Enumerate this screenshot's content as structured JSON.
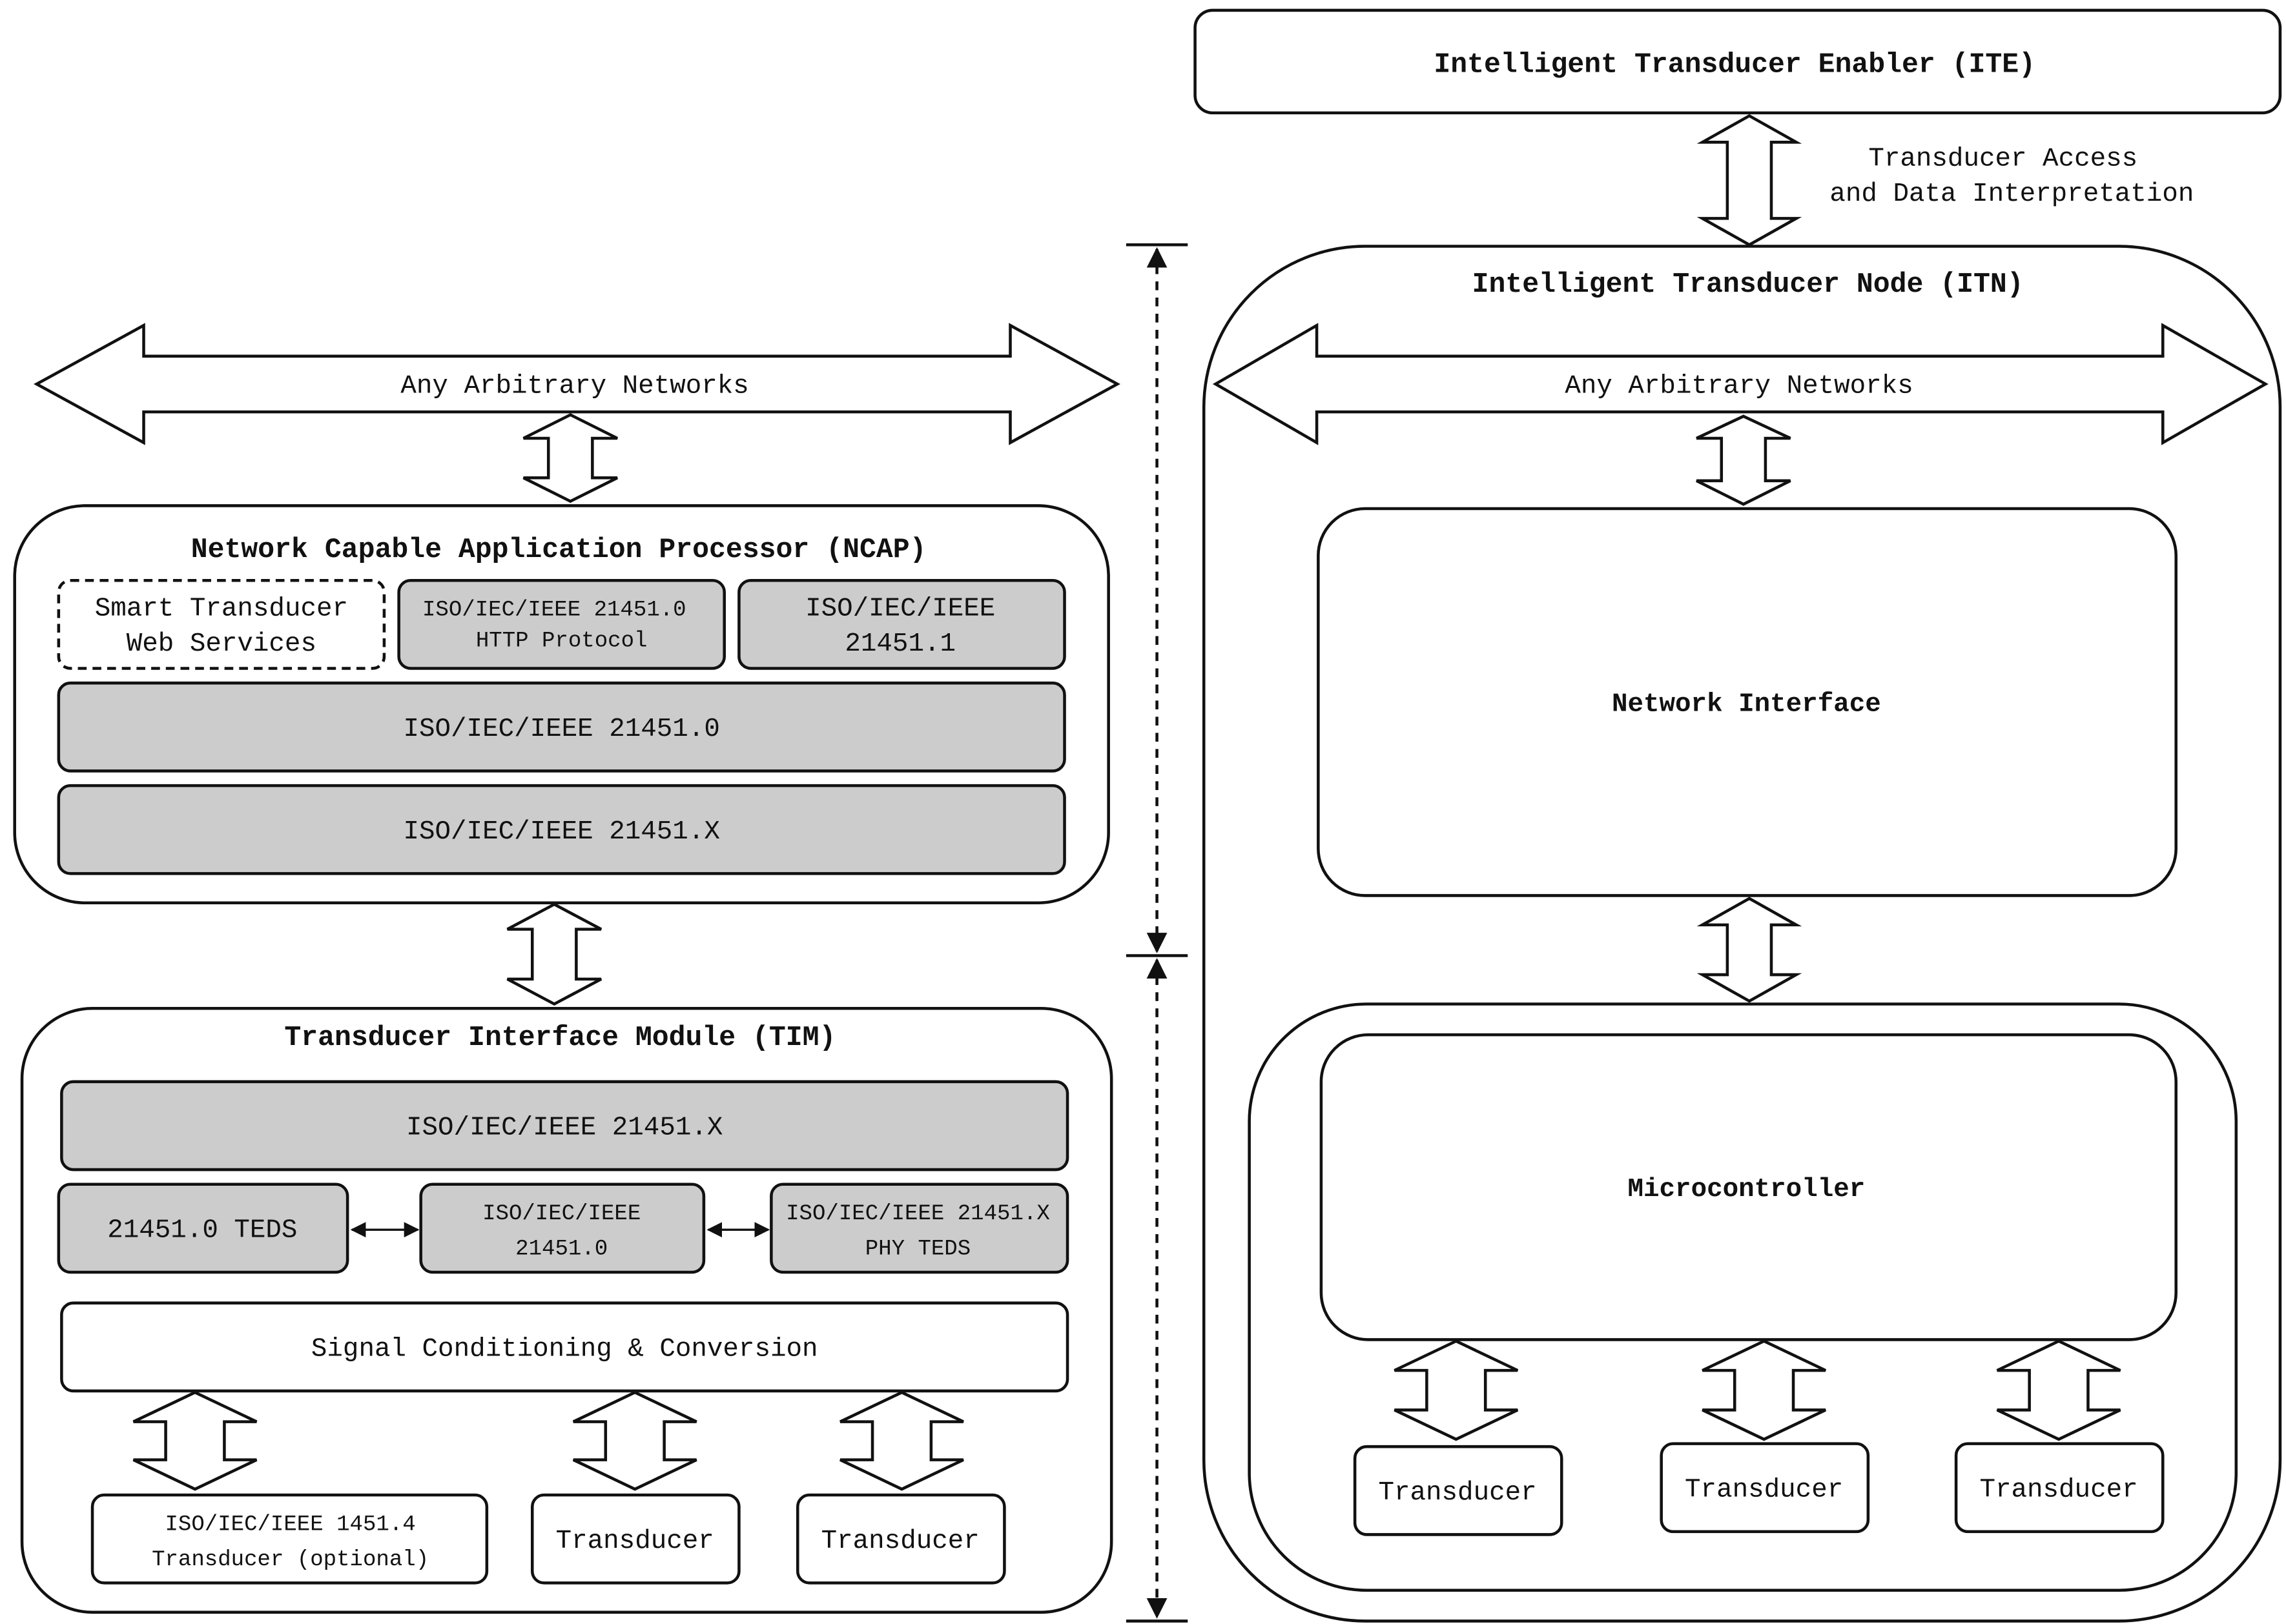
{
  "ite": {
    "title": "Intelligent Transducer Enabler (ITE)",
    "access_line1": "Transducer Access",
    "access_line2": "and Data Interpretation"
  },
  "left": {
    "network": "Any Arbitrary Networks",
    "ncap": {
      "title": "Network Capable Application Processor (NCAP)",
      "web_line1": "Smart Transducer",
      "web_line2": "Web Services",
      "http_line1": "ISO/IEC/IEEE 21451.0",
      "http_line2": "HTTP Protocol",
      "iso1_line1": "ISO/IEC/IEEE",
      "iso1_line2": "21451.1",
      "iso0": "ISO/IEC/IEEE 21451.0",
      "isoX": "ISO/IEC/IEEE 21451.X"
    },
    "tim": {
      "title": "Transducer Interface Module (TIM)",
      "isoX": "ISO/IEC/IEEE 21451.X",
      "teds": "21451.0 TEDS",
      "iso0_line1": "ISO/IEC/IEEE",
      "iso0_line2": "21451.0",
      "phy_line1": "ISO/IEC/IEEE 21451.X",
      "phy_line2": "PHY TEDS",
      "signal": "Signal Conditioning & Conversion",
      "opt_line1": "ISO/IEC/IEEE 1451.4",
      "opt_line2": "Transducer (optional)",
      "transducer1": "Transducer",
      "transducer2": "Transducer"
    }
  },
  "right": {
    "itn_title": "Intelligent Transducer Node (ITN)",
    "network": "Any Arbitrary Networks",
    "network_interface": "Network Interface",
    "microcontroller": "Microcontroller",
    "transducer1": "Transducer",
    "transducer2": "Transducer",
    "transducer3": "Transducer"
  },
  "colors": {
    "shaded_box": "#cccccc",
    "line": "#111111",
    "background": "#ffffff"
  }
}
